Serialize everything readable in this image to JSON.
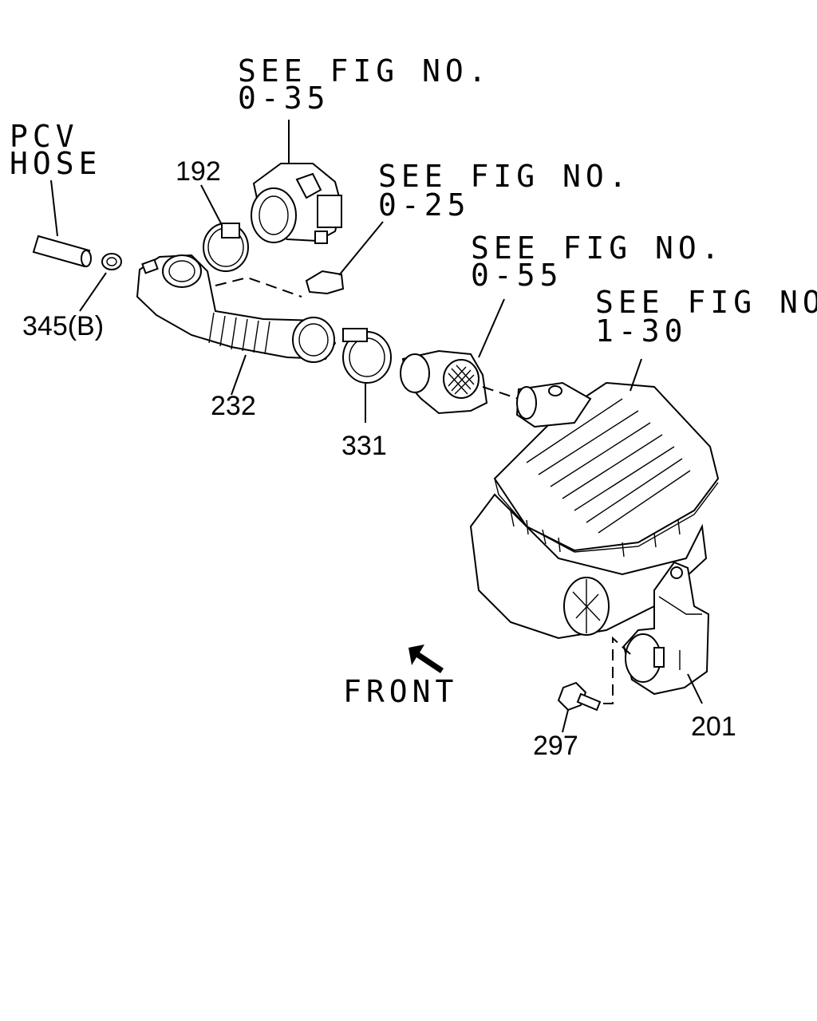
{
  "labels": {
    "fig_035_line1": "SEE FIG NO.",
    "fig_035_line2": "0-35",
    "pcv_line1": "PCV",
    "pcv_line2": "HOSE",
    "fig_025_line1": "SEE FIG NO.",
    "fig_025_line2": "0-25",
    "fig_055_line1": "SEE FIG NO.",
    "fig_055_line2": "0-55",
    "fig_130_line1": "SEE FIG NO.",
    "fig_130_line2": "1-30",
    "front": "FRONT"
  },
  "part_numbers": {
    "p192": "192",
    "p345b": "345(B)",
    "p232": "232",
    "p331": "331",
    "p201": "201",
    "p297": "297"
  },
  "icons": {
    "front_arrow": "arrow-front-icon"
  }
}
